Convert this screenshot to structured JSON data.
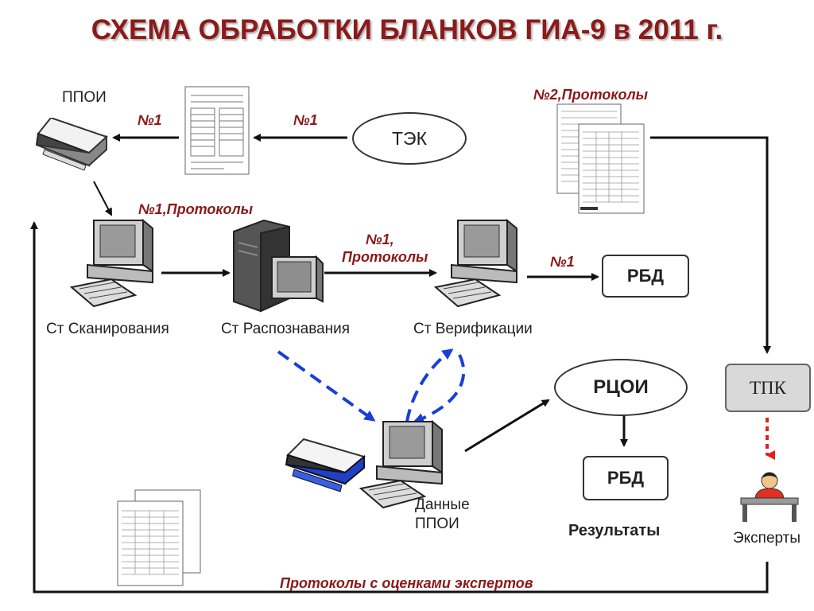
{
  "title": "СХЕМА ОБРАБОТКИ БЛАНКОВ ГИА-9 в 2011 г.",
  "nodes": {
    "ppoi": "ППОИ",
    "tek": "ТЭК",
    "st_scan": "Ст Сканирования",
    "st_recog": "Ст Распознавания",
    "st_verif": "Ст Верификации",
    "rbd_top": "РБД",
    "rcoi": "РЦОИ",
    "rbd_bottom": "РБД",
    "tpk": "ТПК",
    "experts": "Эксперты",
    "data_ppoi_line1": "Данные",
    "data_ppoi_line2": "ППОИ",
    "results": "Результаты"
  },
  "edge_labels": {
    "n1_left": "№1",
    "n1_mid": "№1",
    "n2_protocols": "№2,Протоколы",
    "n1_protocols": "№1,Протоколы",
    "n1_protocols_2_line1": "№1,",
    "n1_protocols_2_line2": "Протоколы",
    "n1_rbd": "№1",
    "experts_protocols": "Протоколы с оценками экспертов"
  },
  "icons": [
    "scanner-icon",
    "form-document-icon",
    "protocol-documents-icon",
    "computer-icon",
    "server-computer-icon",
    "expert-person-icon"
  ],
  "colors": {
    "title": "#8b1a1a",
    "edge_label": "#8b1a1a",
    "dashed_arrow": "#1a3fd6",
    "expert_arrow": "#e02020",
    "tpk_fill": "#d9d9d9"
  }
}
